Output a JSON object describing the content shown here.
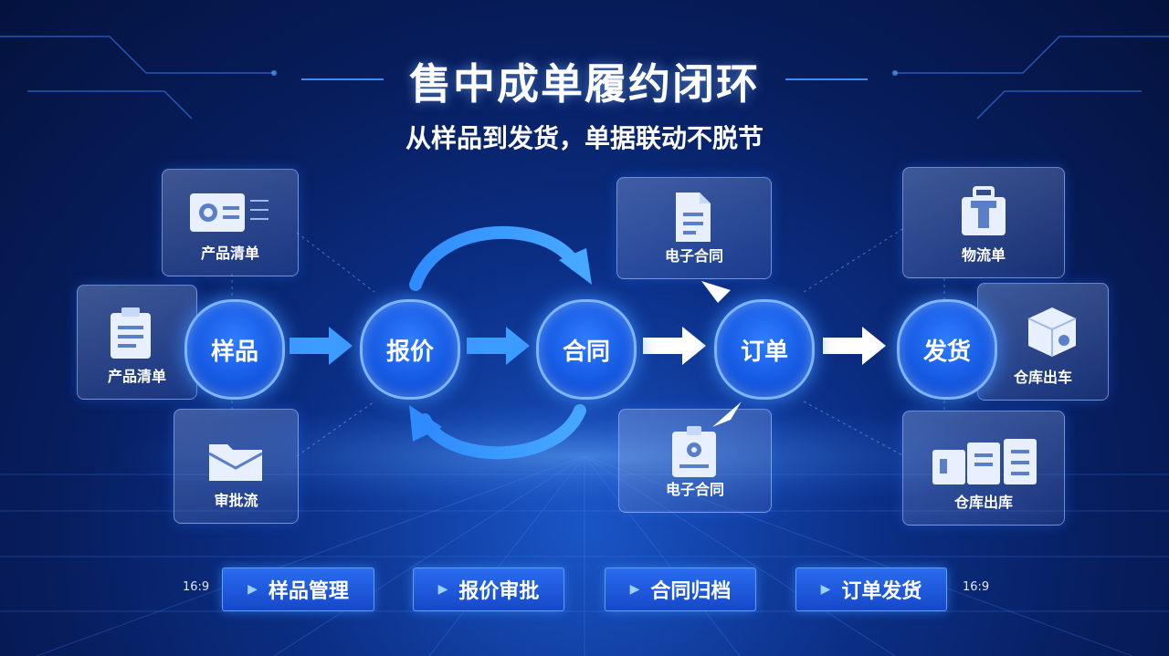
{
  "title": "售中成单履约闭环",
  "subtitle": "从样品到发货，单据联动不脱节",
  "nodes": [
    "样品",
    "报价",
    "合同",
    "订单",
    "发货"
  ],
  "cards": {
    "top_left": "产品清单",
    "mid_left": "产品清单",
    "bottom_left": "审批流",
    "top_center": "电子合同",
    "bottom_center": "电子合同",
    "top_right": "物流单",
    "mid_right": "仓库出车",
    "bottom_right": "仓库出库"
  },
  "buttons": [
    "样品管理",
    "报价审批",
    "合同归档",
    "订单发货"
  ],
  "ratio_left": "16:9",
  "ratio_right": "16:9",
  "colors": {
    "accent": "#2a6cf0",
    "node": "#1457e0",
    "bg": "#071d5c"
  },
  "icons": {
    "top_left": "id-card-icon",
    "mid_left": "clipboard-icon",
    "bottom_left": "folder-icon",
    "top_center": "document-icon",
    "bottom_center": "badge-icon",
    "top_right": "toolbox-icon",
    "mid_right": "box-icon",
    "bottom_right": "warehouse-icon"
  }
}
